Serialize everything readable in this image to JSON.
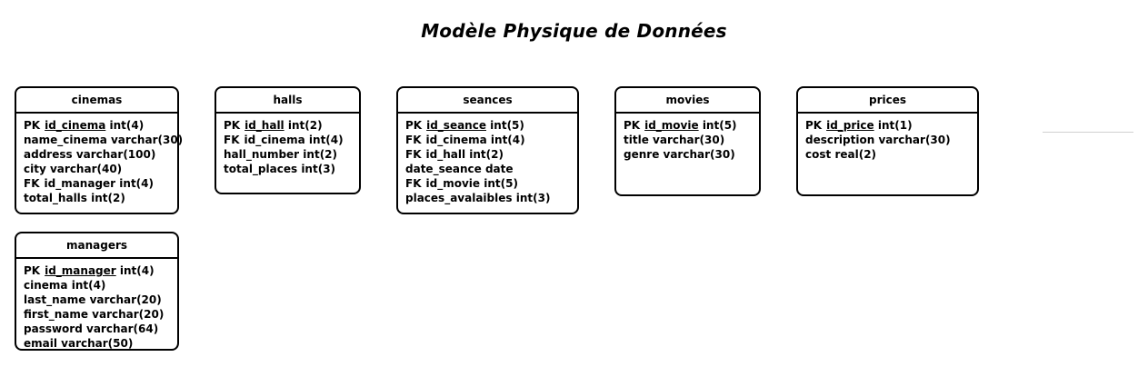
{
  "diagram": {
    "title": "Modèle Physique de Données",
    "tables": [
      {
        "name": "cinemas",
        "attributes": [
          {
            "key": "PK",
            "name": "id_cinema",
            "type": "int(4)"
          },
          {
            "key": "",
            "name": "name_cinema",
            "type": "varchar(30)"
          },
          {
            "key": "",
            "name": "address",
            "type": "varchar(100)"
          },
          {
            "key": "",
            "name": "city",
            "type": "varchar(40)"
          },
          {
            "key": "FK",
            "name": "id_manager",
            "type": "int(4)"
          },
          {
            "key": "",
            "name": "total_halls",
            "type": "int(2)"
          }
        ]
      },
      {
        "name": "halls",
        "attributes": [
          {
            "key": "PK",
            "name": "id_hall",
            "type": "int(2)"
          },
          {
            "key": "FK",
            "name": "id_cinema",
            "type": "int(4)"
          },
          {
            "key": "",
            "name": "hall_number",
            "type": "int(2)"
          },
          {
            "key": "",
            "name": "total_places",
            "type": "int(3)"
          }
        ]
      },
      {
        "name": "seances",
        "attributes": [
          {
            "key": "PK",
            "name": "id_seance",
            "type": "int(5)"
          },
          {
            "key": "FK",
            "name": "id_cinema",
            "type": "int(4)"
          },
          {
            "key": "FK",
            "name": "id_hall",
            "type": "int(2)"
          },
          {
            "key": "",
            "name": "date_seance",
            "type": "date"
          },
          {
            "key": "FK",
            "name": "id_movie",
            "type": "int(5)"
          },
          {
            "key": "",
            "name": "places_avalaibles",
            "type": "int(3)"
          }
        ]
      },
      {
        "name": "movies",
        "attributes": [
          {
            "key": "PK",
            "name": "id_movie",
            "type": "int(5)"
          },
          {
            "key": "",
            "name": "title",
            "type": "varchar(30)"
          },
          {
            "key": "",
            "name": "genre",
            "type": "varchar(30)"
          }
        ]
      },
      {
        "name": "prices",
        "attributes": [
          {
            "key": "PK",
            "name": "id_price",
            "type": "int(1)"
          },
          {
            "key": "",
            "name": "description",
            "type": "varchar(30)"
          },
          {
            "key": "",
            "name": "cost",
            "type": "real(2)"
          }
        ]
      },
      {
        "name": "managers",
        "attributes": [
          {
            "key": "PK",
            "name": "id_manager",
            "type": "int(4)"
          },
          {
            "key": "",
            "name": "cinema",
            "type": "int(4)"
          },
          {
            "key": "",
            "name": "last_name",
            "type": "varchar(20)"
          },
          {
            "key": "",
            "name": "first_name",
            "type": "varchar(20)"
          },
          {
            "key": "",
            "name": "password",
            "type": "varchar(64)"
          },
          {
            "key": "",
            "name": "email",
            "type": "varchar(50)"
          }
        ]
      }
    ]
  }
}
